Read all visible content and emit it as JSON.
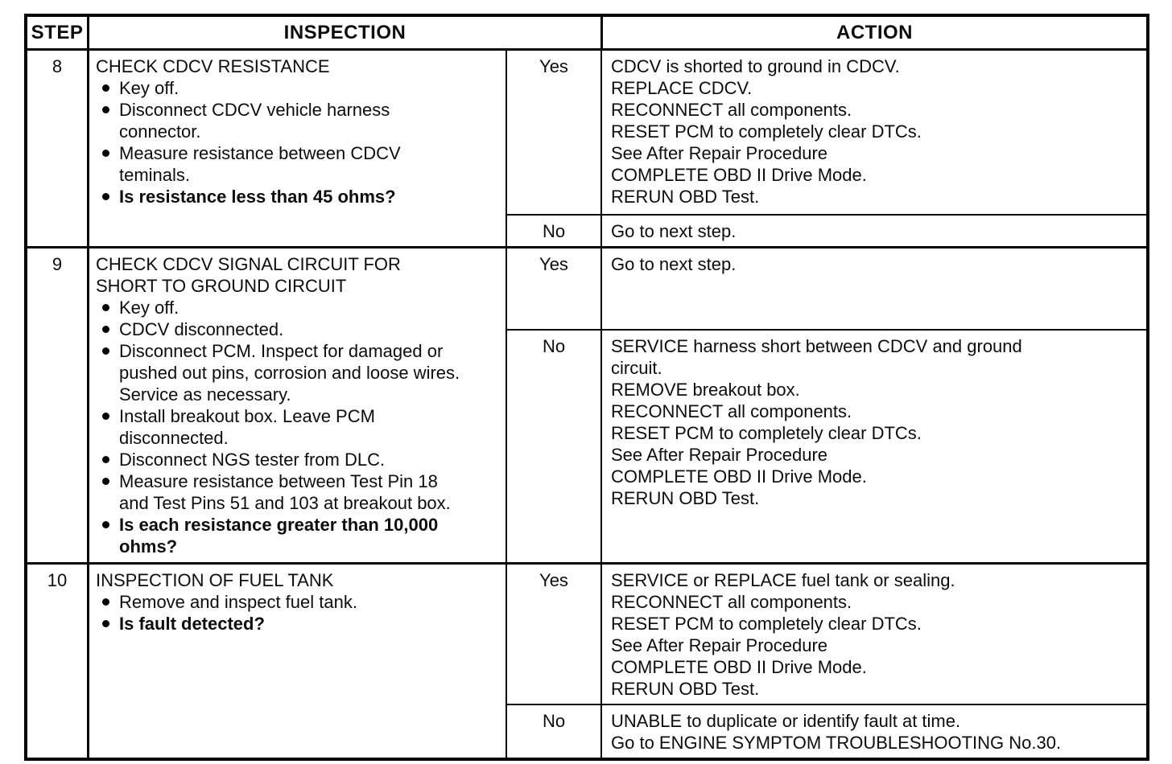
{
  "table": {
    "headers": {
      "step": "STEP",
      "inspection": "INSPECTION",
      "action": "ACTION"
    },
    "rows": [
      {
        "step": "8",
        "title": "CHECK CDCV RESISTANCE",
        "bullets": [
          "Key off.",
          "Disconnect CDCV vehicle harness\nconnector.",
          "Measure resistance between CDCV\nteminals.",
          "Is resistance less than 45 ohms?"
        ],
        "yes_label": "Yes",
        "yes_action": "CDCV is shorted to ground in CDCV.\nREPLACE CDCV.\nRECONNECT all components.\nRESET PCM to completely clear DTCs.\nSee After Repair Procedure\nCOMPLETE OBD II Drive Mode.\nRERUN OBD Test.",
        "no_label": "No",
        "no_action": "Go to next step."
      },
      {
        "step": "9",
        "title": "CHECK CDCV SIGNAL CIRCUIT FOR\nSHORT TO GROUND CIRCUIT",
        "bullets": [
          "Key off.",
          "CDCV disconnected.",
          "Disconnect PCM. Inspect for damaged or\npushed out pins, corrosion and loose wires.\nService as necessary.",
          "Install breakout box. Leave PCM\ndisconnected.",
          "Disconnect NGS tester from DLC.",
          "Measure resistance between Test Pin 18\nand Test Pins 51 and 103 at breakout box.",
          "Is each resistance greater than 10,000\nohms?"
        ],
        "yes_label": "Yes",
        "yes_action": "Go to next step.",
        "no_label": "No",
        "no_action": "SERVICE harness short between CDCV and ground\ncircuit.\nREMOVE breakout box.\nRECONNECT all components.\nRESET PCM to completely clear DTCs.\nSee After Repair Procedure\nCOMPLETE OBD II Drive Mode.\nRERUN OBD Test."
      },
      {
        "step": "10",
        "title": "INSPECTION OF FUEL TANK",
        "bullets": [
          "Remove and inspect fuel tank.",
          "Is fault detected?"
        ],
        "yes_label": "Yes",
        "yes_action": "SERVICE or REPLACE fuel tank or sealing.\nRECONNECT all components.\nRESET PCM to completely clear DTCs.\nSee After Repair Procedure\nCOMPLETE OBD II Drive Mode.\nRERUN OBD Test.",
        "no_label": "No",
        "no_action": "UNABLE to duplicate or identify fault at time.\nGo to ENGINE SYMPTOM TROUBLESHOOTING No.30."
      }
    ]
  }
}
